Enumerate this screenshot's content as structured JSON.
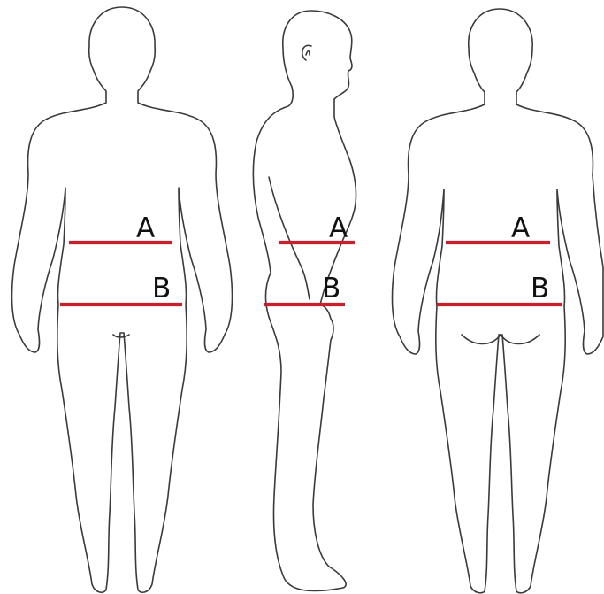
{
  "diagram": {
    "measure_color": "#c8202b",
    "outline_color": "#3a3a3a",
    "labels": {
      "a": "A",
      "b": "B"
    },
    "views": [
      {
        "view": "front",
        "icon": "body-front-outline-icon"
      },
      {
        "view": "side",
        "icon": "body-side-outline-icon"
      },
      {
        "view": "back",
        "icon": "body-back-outline-icon"
      }
    ]
  }
}
